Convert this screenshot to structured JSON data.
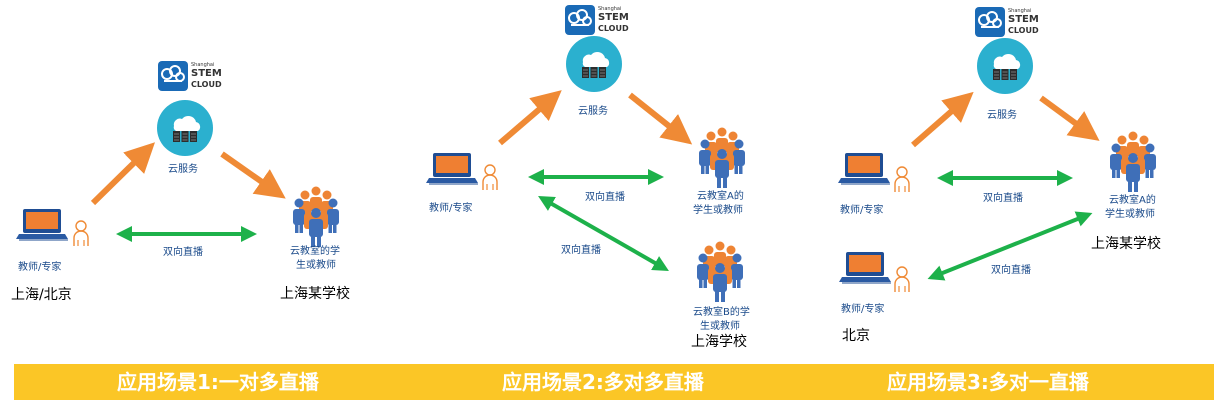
{
  "brand": {
    "small": "Shanghai",
    "line1": "STEM",
    "line2": "CLOUD"
  },
  "scenario1": {
    "cloud_label": "云服务",
    "teacher_label": "教师/专家",
    "teacher_location": "上海/北京",
    "live_label": "双向直播",
    "classroom_label_line1": "云教室的学",
    "classroom_label_line2": "生或教师",
    "school_label": "上海某学校",
    "title": "应用场景1:一对多直播"
  },
  "scenario2": {
    "cloud_label": "云服务",
    "teacher_label": "教师/专家",
    "live_label_a": "双向直播",
    "live_label_b": "双向直播",
    "classroom_a_line1": "云教室A的",
    "classroom_a_line2": "学生或教师",
    "classroom_b_line1": "云教室B的学",
    "classroom_b_line2": "生或教师",
    "school_label": "上海学校",
    "title": "应用场景2:多对多直播"
  },
  "scenario3": {
    "cloud_label": "云服务",
    "teacher_label_1": "教师/专家",
    "teacher_label_2": "教师/专家",
    "live_label_1": "双向直播",
    "live_label_2": "双向直播",
    "classroom_line1": "云教室A的",
    "classroom_line2": "学生或教师",
    "school_label": "上海某学校",
    "location_label": "北京",
    "title": "应用场景3:多对一直播"
  },
  "colors": {
    "arrow_orange": "#ef8a35",
    "arrow_green": "#1db14a",
    "banner": "#fbc626",
    "cloud_teal": "#2bb0cf",
    "people_blue": "#3f6fb8",
    "people_orange": "#ee8434"
  }
}
